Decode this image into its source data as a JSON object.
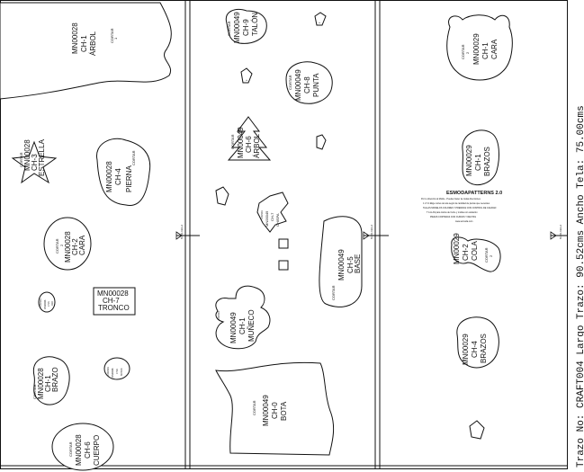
{
  "marker_info": "Trazo No: CRAFT004 Largo Trazo:  90.52cms Ancho Tela: 75.00cms",
  "ref_mark": "BI-DIR-REGLA",
  "brand": {
    "title": "ESMODAPATTERNS 2.0",
    "lines": [
      "Por tu dirección al Molde - Puedes hacer de todas direcciones",
      "1 2 3 4 Elige cortes de tela según la cantidad de piezas que necesites",
      "TALLAS MODELOS COLORES Y PRENDAS CON CONTROL DE CALIDAD",
      "T A LLAS para trazos de Corte y moldes sin variación",
      "PIEZAS CORTADAS CON CURVAS Y RECTAS",
      "www.esmoda.com"
    ]
  },
  "pieces": [
    {
      "code": "MN00028",
      "size": "CH-1",
      "name": "ÁRBOL",
      "cut": "CORTAR",
      "qty": "1"
    },
    {
      "code": "MN00028",
      "size": "CH-3",
      "name": "ESTRELLA",
      "cut": "CORTAR",
      "qty": "1"
    },
    {
      "code": "MN00028",
      "size": "CH-4",
      "name": "PIERNA",
      "cut": "CORTAR",
      "qty": "2"
    },
    {
      "code": "MN00028",
      "size": "CH-2",
      "name": "CARA",
      "cut": "CORTAR",
      "qty": "2"
    },
    {
      "code": "MN00028",
      "size": "CH-7",
      "name": "TRONCO",
      "cut": "",
      "qty": ""
    },
    {
      "code": "MN00028",
      "size": "CH-5",
      "name": "OJO",
      "cut": "CORTAR",
      "qty": "2"
    },
    {
      "code": "MN00028",
      "size": "CH-1",
      "name": "BRAZO",
      "cut": "CORTAR",
      "qty": "2"
    },
    {
      "code": "MN00028",
      "size": "CH-8",
      "name": "BOTON",
      "cut": "CORTAR",
      "qty": "2"
    },
    {
      "code": "MN00028",
      "size": "CH-6",
      "name": "CUERPO",
      "cut": "CORTAR",
      "qty": "1"
    },
    {
      "code": "MN00049",
      "size": "CH-9",
      "name": "TALÓN",
      "cut": "CORTAR",
      "qty": "2"
    },
    {
      "code": "MN00049",
      "size": "CH-8",
      "name": "PUNTA",
      "cut": "CORTAR",
      "qty": "2"
    },
    {
      "code": "MN00049",
      "size": "CH-6",
      "name": "ÁRBOL",
      "cut": "CORTAR",
      "qty": "1"
    },
    {
      "code": "MN00049",
      "size": "CH-7",
      "name": "CHISPA",
      "cut": "CORTAR",
      "qty": "1"
    },
    {
      "code": "MN00049",
      "size": "CH-5",
      "name": "BASE",
      "cut": "CORTAR",
      "qty": "1"
    },
    {
      "code": "MN00049",
      "size": "CH-1",
      "name": "MUÑECO",
      "cut": "CORTAR",
      "qty": "1"
    },
    {
      "code": "MN00049",
      "size": "CH-0",
      "name": "BOTA",
      "cut": "CORTAR",
      "qty": "1"
    },
    {
      "code": "MN00029",
      "size": "CH-1",
      "name": "CARA",
      "cut": "CORTAR",
      "qty": "2"
    },
    {
      "code": "MN00029",
      "size": "CH-1",
      "name": "BRAZOS",
      "cut": "CORTAR",
      "qty": "1"
    },
    {
      "code": "MN00029",
      "size": "CH-2",
      "name": "COLA",
      "cut": "CORTAR",
      "qty": "2"
    },
    {
      "code": "MN00029",
      "size": "CH-4",
      "name": "BRAZOS",
      "cut": "CORTAR",
      "qty": "1"
    }
  ]
}
